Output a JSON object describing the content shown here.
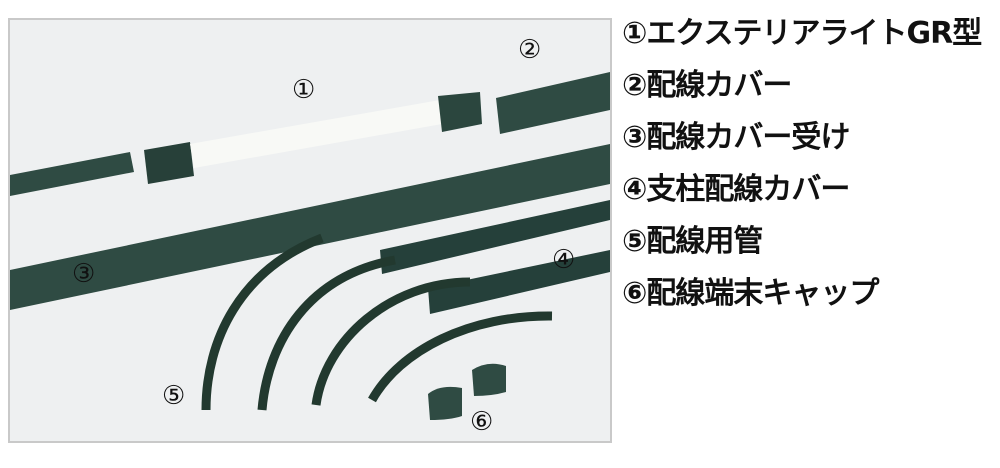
{
  "photo": {
    "callouts": [
      "①",
      "②",
      "③",
      "④",
      "⑤",
      "⑥"
    ],
    "colors": {
      "part": "#2f4b43",
      "background": "#eef0f1",
      "light": "#f6f7f4"
    }
  },
  "legend": {
    "items": [
      "①エクステリアライトGR型",
      "②配線カバー",
      "③配線カバー受け",
      "④支柱配線カバー",
      "⑤配線用管",
      "⑥配線端末キャップ"
    ]
  }
}
